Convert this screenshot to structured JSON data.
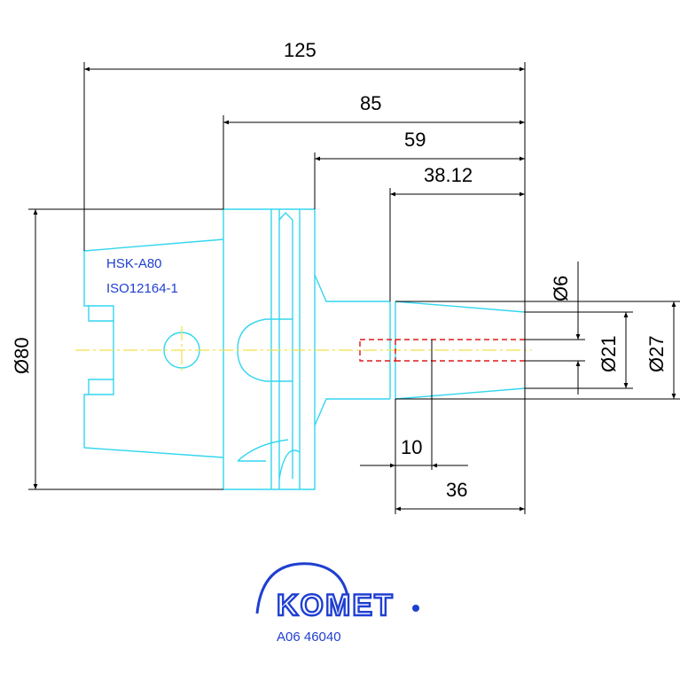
{
  "drawing": {
    "dimensions": {
      "overall_length": "125",
      "length_85": "85",
      "length_59": "59",
      "length_38": "38.12",
      "bore_depth": "10",
      "length_36": "36",
      "flange_dia": "Ø80",
      "pin_dia": "Ø6",
      "tip_dia_21": "Ø21",
      "tip_dia_27": "Ø27"
    },
    "labels": {
      "interface": "HSK-A80",
      "standard": "ISO12164-1"
    },
    "logo": {
      "brand": "KOMET",
      "part_number": "A06 46040"
    },
    "colors": {
      "outline": "#33d6ef",
      "centerline": "#f4e04a",
      "hidden": "#e01919",
      "dimension": "#000000",
      "text_blue": "#1f3fd1"
    }
  }
}
